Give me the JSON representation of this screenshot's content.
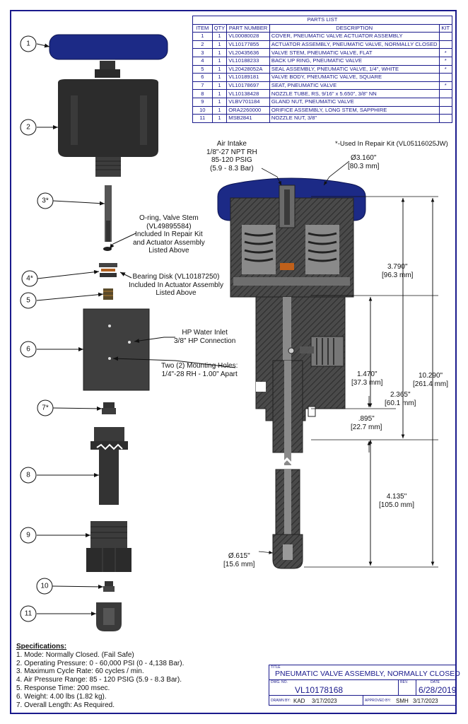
{
  "parts_list": {
    "caption": "PARTS LIST",
    "headers": [
      "ITEM",
      "QTY",
      "PART NUMBER",
      "DESCRIPTION",
      "KIT"
    ],
    "rows": [
      [
        "1",
        "1",
        "VL00080028",
        "COVER, PNEUMATIC VALVE ACTUATOR ASSEMBLY",
        ""
      ],
      [
        "2",
        "1",
        "VL10177855",
        "ACTUATOR ASSEMBLY, PNEUMATIC VALVE, NORMALLY CLOSED",
        ""
      ],
      [
        "3",
        "1",
        "VL20435636",
        "VALVE STEM, PNEUMATIC VALVE, FLAT",
        "*"
      ],
      [
        "4",
        "1",
        "VL10188233",
        "BACK UP RING, PNEUMATIC VALVE",
        "*"
      ],
      [
        "5",
        "1",
        "VL20428052A",
        "SEAL ASSEMBLY, PNEUMATIC VALVE, 1/4\", WHITE",
        "*"
      ],
      [
        "6",
        "1",
        "VL10189181",
        "VALVE BODY, PNEUMATIC VALVE, SQUARE",
        ""
      ],
      [
        "7",
        "1",
        "VL10178697",
        "SEAT, PNEUMATIC VALVE",
        "*"
      ],
      [
        "8",
        "1",
        "VL10138428",
        "NOZZLE TUBE, RS, 9/16\" x 5.650\", 3/8\" NN",
        ""
      ],
      [
        "9",
        "1",
        "VLBV701184",
        "GLAND NUT, PNEUMATIC VALVE",
        ""
      ],
      [
        "10",
        "1",
        "ORA2260000",
        "ORIFICE ASSEMBLY, LONG STEM, SAPPHIRE",
        ""
      ],
      [
        "11",
        "1",
        "MSB2841",
        "NOZZLE NUT, 3/8\"",
        ""
      ]
    ],
    "kit_note": "*-Used In Repair Kit (VL05116025JW)"
  },
  "balloons": [
    "1",
    "2",
    "3*",
    "4*",
    "5",
    "6",
    "7*",
    "8",
    "9",
    "10",
    "11"
  ],
  "callouts": {
    "oring": [
      "O-ring, Valve Stem",
      "(VL49895584)",
      "Included In Repair Kit",
      "and Actuator Assembly",
      "Listed Above"
    ],
    "bearing": [
      "Bearing Disk (VL10187250)",
      "Included In Actuator Assembly",
      "Listed Above"
    ],
    "hp_inlet": [
      "HP Water Inlet",
      "3/8\" HP Connection"
    ],
    "mounting": [
      "Two (2) Mounting Holes:",
      "1/4\"-28 RH - 1.00\" Apart"
    ],
    "air_intake": [
      "Air Intake",
      "1/8\"-27 NPT RH",
      "85-120 PSIG",
      "(5.9 - 8.3 Bar)"
    ]
  },
  "dimensions": {
    "cover_dia": [
      "Ø3.160\"",
      "[80.3 mm]"
    ],
    "height_3790": [
      "3.790\"",
      "[96.3 mm]"
    ],
    "total_10290": [
      "10.290\"",
      "[261.4 mm]"
    ],
    "d_1470": [
      "1.470\"",
      "[37.3 mm]"
    ],
    "d_2365": [
      "2.365\"",
      "[60.1 mm]"
    ],
    "d_895": [
      ".895\"",
      "[22.7 mm]"
    ],
    "d_4135": [
      "4.135\"",
      "[105.0 mm]"
    ],
    "nozzle_dia": [
      "Ø.615\"",
      "[15.6 mm]"
    ]
  },
  "specifications": {
    "title": "Specifications:",
    "items": [
      "1. Mode: Normally Closed. (Fail Safe)",
      "2. Operating Pressure: 0 - 60,000 PSI (0 - 4,138 Bar).",
      "3. Maximum Cycle Rate: 60 cycles / min.",
      "4. Air Pressure Range: 85 - 120 PSIG (5.9 - 8.3 Bar).",
      "5. Response Time: 200 msec.",
      "6. Weight: 4.00 lbs (1.82 kg).",
      "7. Overall Length: As Required."
    ]
  },
  "title_block": {
    "title_label": "TITLE",
    "title": "PNEUMATIC VALVE ASSEMBLY, NORMALLY CLOSED",
    "dwg_label": "DWG. NO.",
    "dwg_no": "VL10178168",
    "rev_label": "REV.",
    "rev": "",
    "date_label": "DATE",
    "date": "6/28/2019",
    "drawn_label": "DRAWN BY:",
    "drawn_by": "KAD",
    "drawn_date": "3/17/2023",
    "approved_label": "APPROVED BY:",
    "approved_by": "SMH",
    "approved_date": "3/17/2023"
  },
  "colors": {
    "line": "#1a1a8c",
    "cover": "#1c2a86",
    "part": "#444444",
    "part_dark": "#262626"
  }
}
